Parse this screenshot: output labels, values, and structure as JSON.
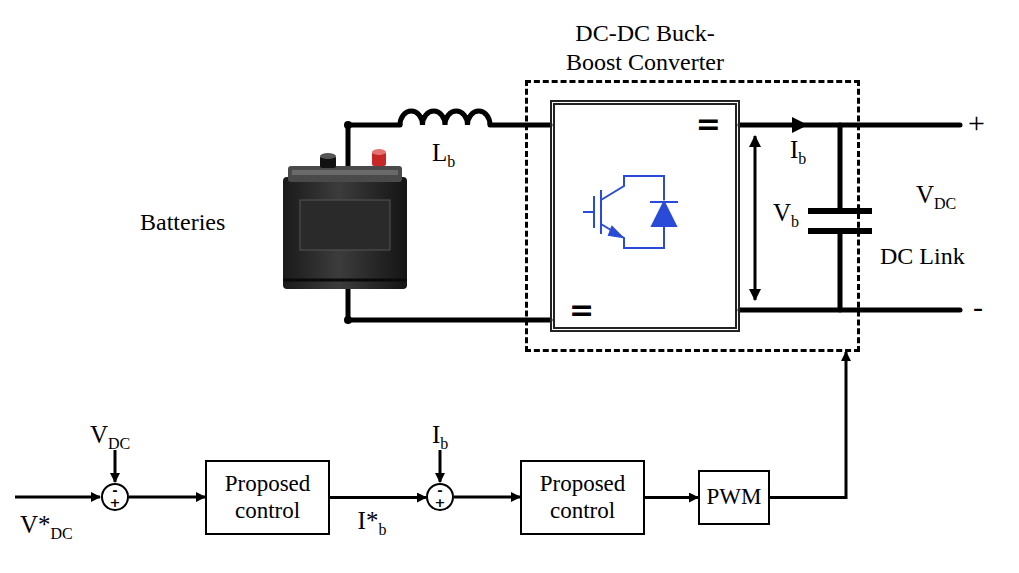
{
  "diagram": {
    "nodes": [
      {
        "text": [
          "DC-DC Buck-Boost Converter"
        ]
      },
      {
        "text": [
          "=",
          "="
        ],
        "in": 0
      },
      {
        "text": [
          "-",
          "+"
        ]
      },
      {
        "text": [
          "Proposed control"
        ]
      },
      {
        "text": [
          "-",
          "+"
        ]
      },
      {
        "text": [
          "Proposed control"
        ]
      },
      {
        "text": [
          "PWM"
        ]
      }
    ],
    "edges": [
      {
        "from": 2,
        "to": 3,
        "arrow": "to"
      },
      {
        "from": 3,
        "to": 4,
        "label": "I*b",
        "arrow": "to"
      },
      {
        "from": 4,
        "to": 5,
        "arrow": "to"
      },
      {
        "from": 5,
        "to": 6,
        "arrow": "to"
      },
      {
        "from": 6,
        "to": 0,
        "arrow": "to"
      }
    ],
    "labels": [
      "Batteries",
      "Lb",
      "Ib",
      "Vb",
      "VDC",
      "DC Link",
      "+",
      "-",
      "VDC",
      "V*DC",
      "Ib"
    ]
  }
}
